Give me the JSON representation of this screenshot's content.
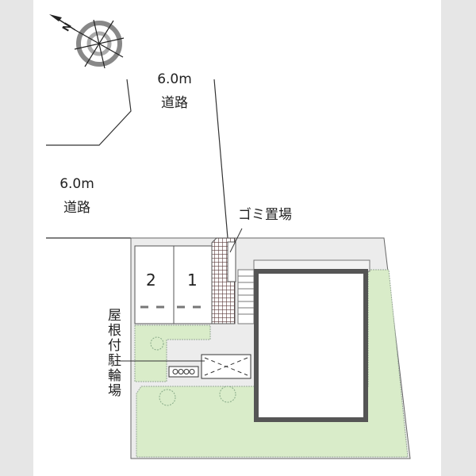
{
  "roads": [
    {
      "width": "6.0m",
      "name": "道路"
    },
    {
      "width": "6.0m",
      "name": "道路"
    }
  ],
  "labels": {
    "garbage": "ゴミ置場",
    "bike_parking": "屋根付駐輪場"
  },
  "parking_spaces": [
    "2",
    "1"
  ],
  "compass": {
    "north": "N"
  },
  "colors": {
    "green": "#d9ecc9",
    "paving": "#ececec",
    "wall": "#555555"
  }
}
